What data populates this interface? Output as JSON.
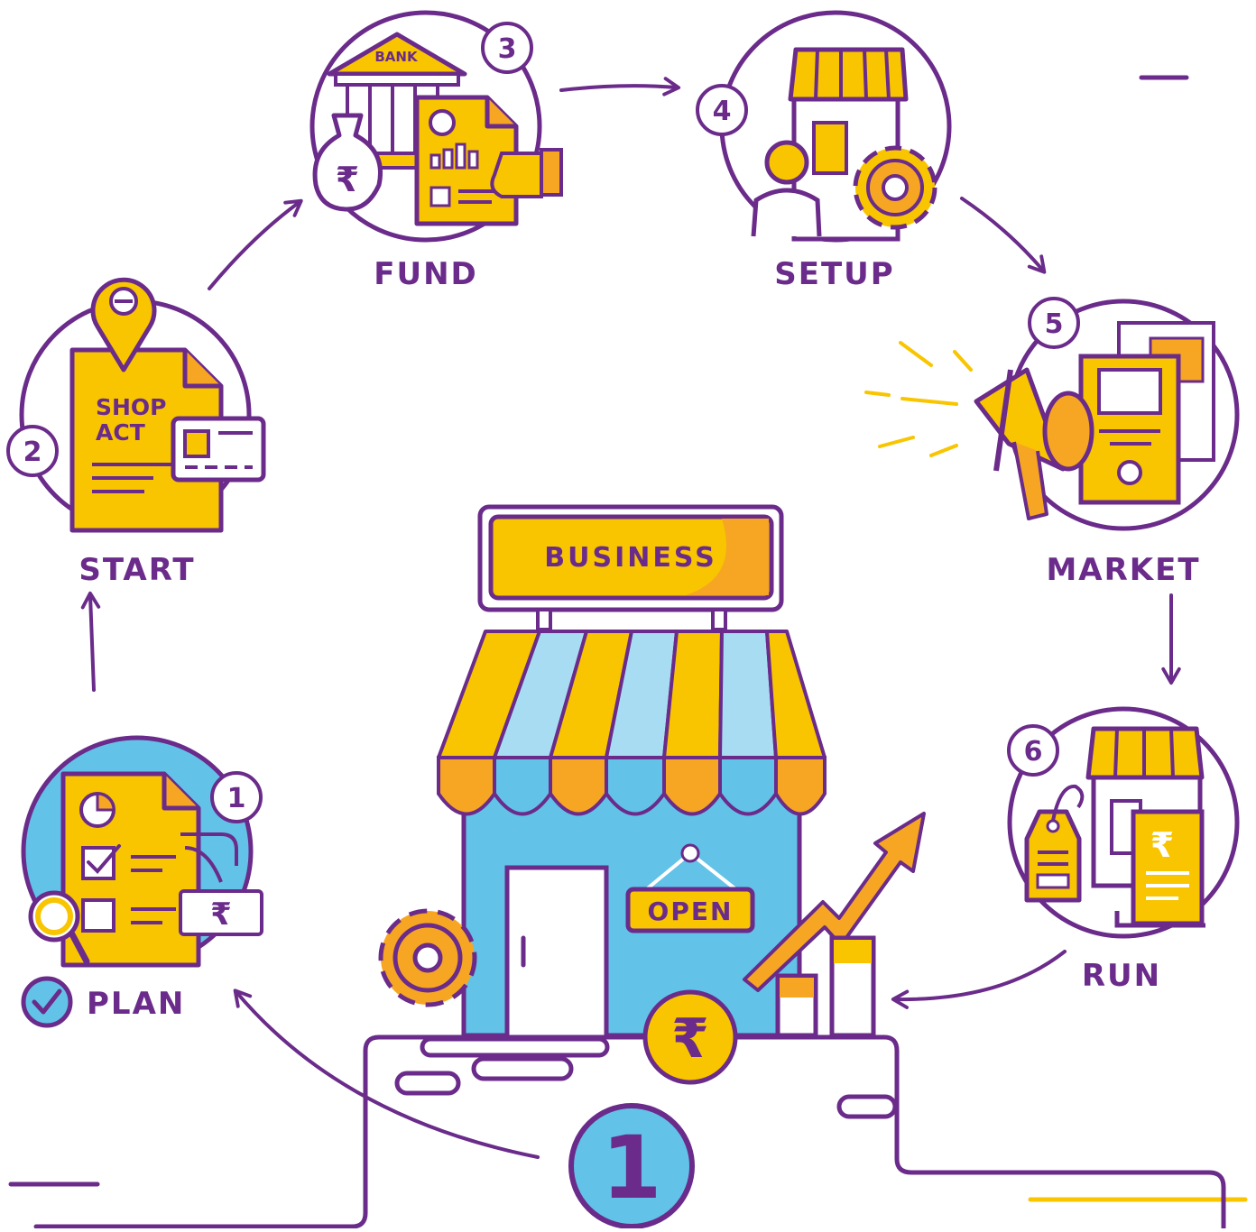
{
  "steps": [
    {
      "number": "1",
      "label": "PLAN"
    },
    {
      "number": "2",
      "label": "START"
    },
    {
      "number": "3",
      "label": "FUND"
    },
    {
      "number": "4",
      "label": "SETUP"
    },
    {
      "number": "5",
      "label": "MARKET"
    },
    {
      "number": "6",
      "label": "RUN"
    }
  ],
  "icon_texts": {
    "shop_act_line1": "SHOP",
    "shop_act_line2": "ACT",
    "bank": "BANK",
    "rupee": "₹"
  },
  "store": {
    "sign": "BUSINESS",
    "open_sign": "OPEN",
    "badge_number": "1"
  },
  "colors": {
    "purple": "#6a2b8a",
    "yellow": "#f8c500",
    "orange": "#f6a623",
    "sky_blue": "#62c2e8",
    "light_blue": "#a8dcf2"
  }
}
